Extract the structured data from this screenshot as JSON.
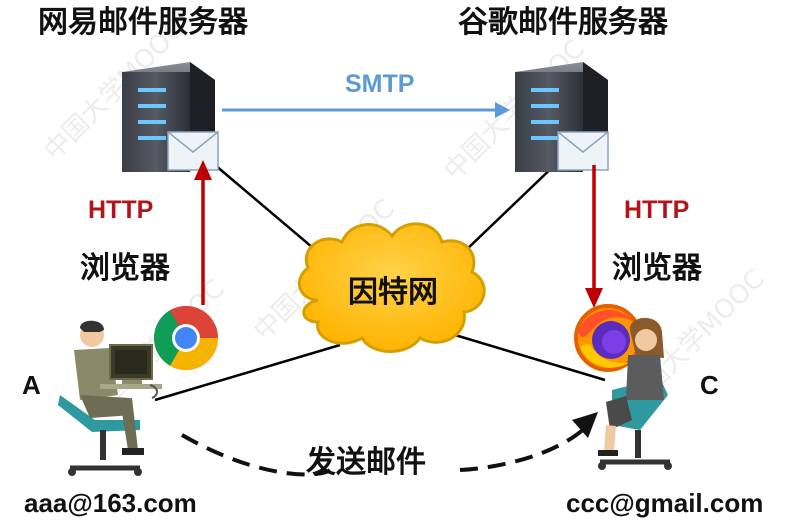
{
  "servers": {
    "netease_label": "网易邮件服务器",
    "google_label": "谷歌邮件服务器"
  },
  "protocols": {
    "smtp": "SMTP",
    "http_left": "HTTP",
    "http_right": "HTTP"
  },
  "browsers": {
    "left_label": "浏览器",
    "right_label": "浏览器",
    "left_icon": "chrome-icon",
    "right_icon": "firefox-icon"
  },
  "network": {
    "label": "因特网"
  },
  "users": {
    "sender_name": "A",
    "sender_email": "aaa@163.com",
    "receiver_name": "C",
    "receiver_email": "ccc@gmail.com"
  },
  "flow": {
    "send_label": "发送邮件"
  },
  "watermark": {
    "text": "中国大学MOOC"
  },
  "colors": {
    "http_arrow": "#c00000",
    "smtp_arrow": "#5b9bd5",
    "cloud_fill": "#ffc000",
    "cloud_stroke": "#d4a000"
  }
}
